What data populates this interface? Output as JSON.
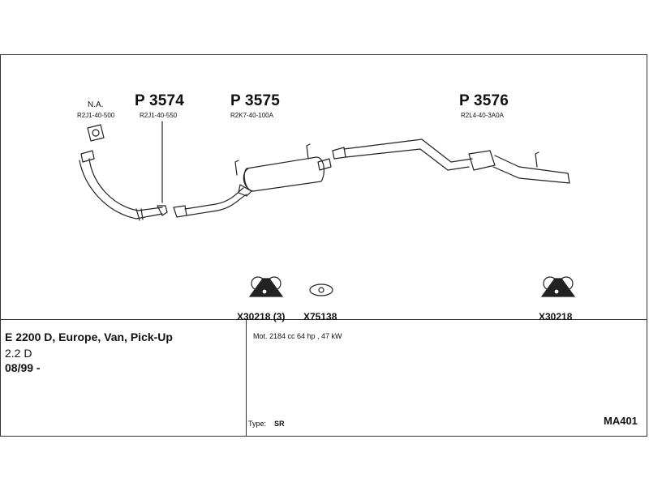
{
  "parts": {
    "na_label": "N.A.",
    "na_code": "R2J1-40-500",
    "p1_number": "P 3574",
    "p1_code": "R2J1-40-550",
    "p2_number": "P 3575",
    "p2_code": "R2K7-40-100A",
    "p3_number": "P 3576",
    "p3_code": "R2L4-40-3A0A"
  },
  "accessories": {
    "a1": "X30218 (3)",
    "a2": "X75138",
    "a3": "X30218"
  },
  "vehicle": {
    "model": "E 2200 D, Europe, Van, Pick-Up",
    "engine": "2.2 D",
    "date": "08/99 -"
  },
  "details": {
    "motor": "Mot. 2184 cc 64 hp , 47 kW",
    "type_label": "Type:",
    "type_value": "SR",
    "code": "MA401"
  }
}
